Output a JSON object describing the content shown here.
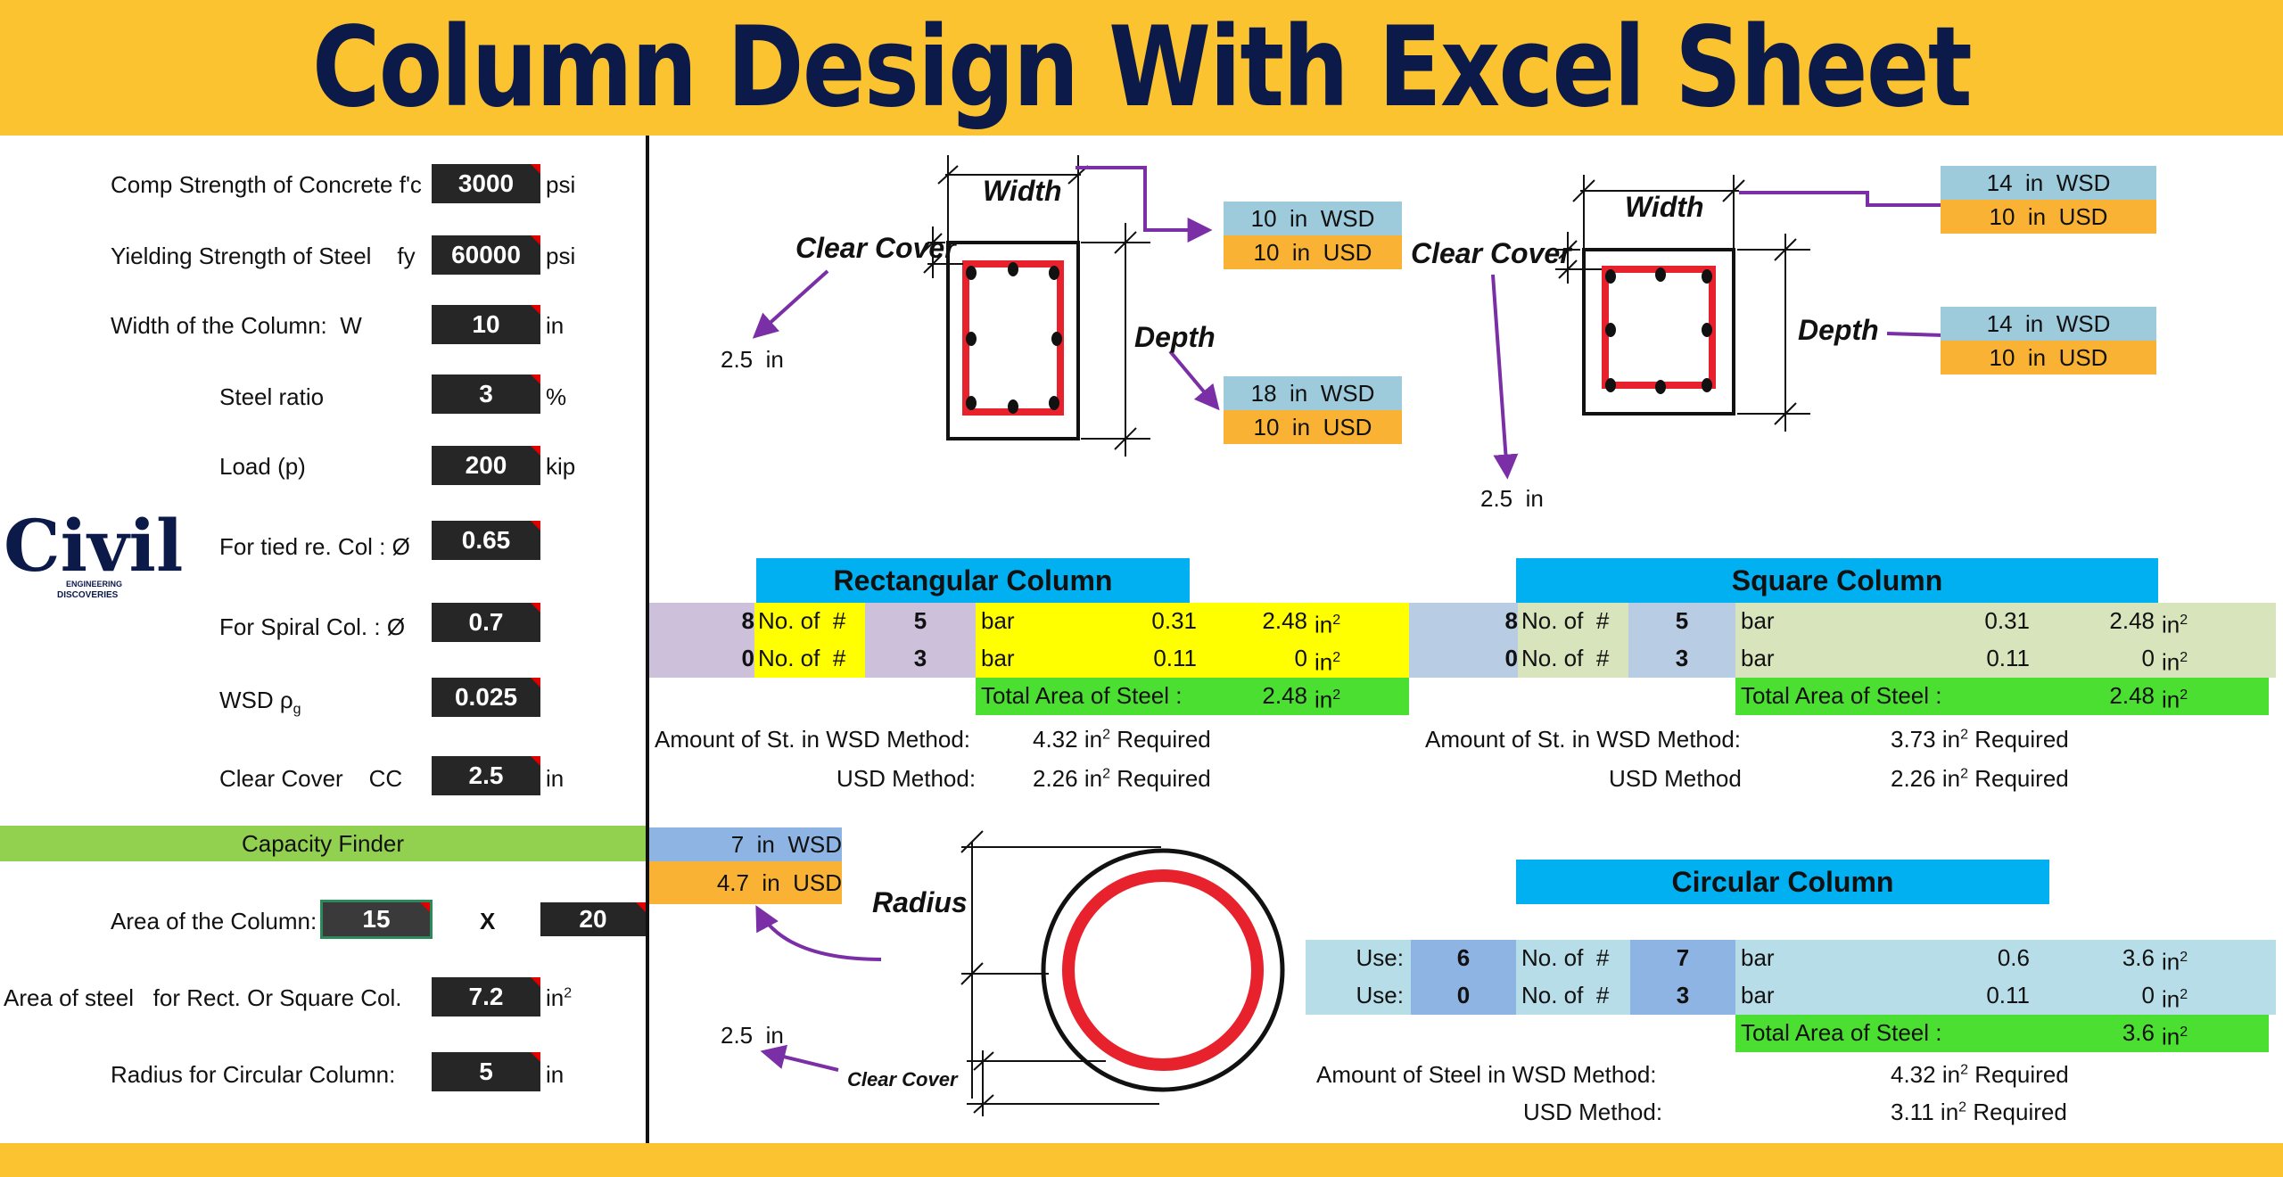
{
  "banner": {
    "title": "Column Design With Excel Sheet"
  },
  "logo": {
    "word": "Civil",
    "line1": "ENGINEERING",
    "line2": "DISCOVERIES"
  },
  "inputs": [
    {
      "label": "Comp Strength of Concrete f'c",
      "value": "3000",
      "unit": "psi"
    },
    {
      "label": "Yielding Strength of Steel    fy",
      "value": "60000",
      "unit": "psi"
    },
    {
      "label": "Width of the Column:  W",
      "value": "10",
      "unit": "in"
    },
    {
      "label": "Steel ratio",
      "value": "3",
      "unit": "%"
    },
    {
      "label": "Load (p)",
      "value": "200",
      "unit": "kip"
    },
    {
      "label": "For tied re. Col : Ø",
      "value": "0.65",
      "unit": ""
    },
    {
      "label": "For Spiral Col. : Ø",
      "value": "0.7",
      "unit": ""
    },
    {
      "label": "WSD ρ",
      "sub": "g",
      "value": "0.025",
      "unit": ""
    },
    {
      "label": "Clear Cover    CC",
      "value": "2.5",
      "unit": "in"
    }
  ],
  "capacity": {
    "title": "Capacity Finder",
    "area_label": "Area of the Column:",
    "area_a": "15",
    "times": "X",
    "area_b": "20",
    "steel_label": "Area of steel   for Rect. Or Square Col.",
    "steel_value": "7.2",
    "steel_unit": "in",
    "steel_unit_sup": "2",
    "radius_label": "Radius for Circular Column:",
    "radius_value": "5",
    "radius_unit": "in"
  },
  "rect_diagram": {
    "width_label": "Width",
    "depth_label": "Depth",
    "cover_label": "Clear Cover",
    "cover_value": "2.5  in",
    "width_wsd": "10  in  WSD",
    "width_usd": "10  in  USD",
    "depth_wsd": "18  in  WSD",
    "depth_usd": "10  in  USD"
  },
  "square_diagram": {
    "width_label": "Width",
    "depth_label": "Depth",
    "cover_label": "Clear Cover",
    "cover_value": "2.5  in",
    "width_wsd": "14  in  WSD",
    "width_usd": "10  in  USD",
    "depth_wsd": "14  in  WSD",
    "depth_usd": "10  in  USD"
  },
  "circ_diagram": {
    "radius_label": "Radius",
    "cover_label": "Clear Cover",
    "cover_value": "2.5  in",
    "radius_wsd": "7  in  WSD",
    "radius_usd": "4.7  in  USD"
  },
  "rect_table": {
    "title": "Rectangular Column",
    "rows": [
      {
        "count": "8",
        "noof": "No. of  #",
        "size": "5",
        "bar": "bar",
        "area": "0.31",
        "total": "2.48",
        "unit": "in"
      },
      {
        "count": "0",
        "noof": "No. of  #",
        "size": "3",
        "bar": "bar",
        "area": "0.11",
        "total": "0",
        "unit": "in"
      }
    ],
    "total_label": "Total Area of Steel :",
    "total_value": "2.48",
    "total_unit": "in",
    "wsd_label": "Amount of St. in WSD Method:",
    "wsd_value": "4.32",
    "usd_label": "USD Method:",
    "usd_value": "2.26",
    "req_unit": "in",
    "req_word": "Required"
  },
  "square_table": {
    "title": "Square Column",
    "rows": [
      {
        "count": "8",
        "noof": "No. of  #",
        "size": "5",
        "bar": "bar",
        "area": "0.31",
        "total": "2.48",
        "unit": "in"
      },
      {
        "count": "0",
        "noof": "No. of  #",
        "size": "3",
        "bar": "bar",
        "area": "0.11",
        "total": "0",
        "unit": "in"
      }
    ],
    "total_label": "Total Area of Steel :",
    "total_value": "2.48",
    "total_unit": "in",
    "wsd_label": "Amount of St. in WSD Method:",
    "wsd_value": "3.73",
    "usd_label": "USD Method",
    "usd_value": "2.26",
    "req_unit": "in",
    "req_word": "Required"
  },
  "circ_table": {
    "title": "Circular Column",
    "rows": [
      {
        "use": "Use:",
        "count": "6",
        "noof": "No. of  #",
        "size": "7",
        "bar": "bar",
        "area": "0.6",
        "total": "3.6",
        "unit": "in"
      },
      {
        "use": "Use:",
        "count": "0",
        "noof": "No. of  #",
        "size": "3",
        "bar": "bar",
        "area": "0.11",
        "total": "0",
        "unit": "in"
      }
    ],
    "total_label": "Total Area of Steel :",
    "total_value": "3.6",
    "total_unit": "in",
    "wsd_label": "Amount of Steel in WSD Method:",
    "wsd_value": "4.32",
    "usd_label": "USD Method:",
    "usd_value": "3.11",
    "req_unit": "in",
    "req_word": "Required"
  },
  "colors": {
    "banner": "#fbc330",
    "navy": "#0c1a4a",
    "header_blue": "#00b0f0",
    "green": "#92d050",
    "total_green": "#4be031",
    "yellow": "#ffff00",
    "rebar_red": "#e8222c",
    "arrow_purple": "#7a2fa6"
  }
}
